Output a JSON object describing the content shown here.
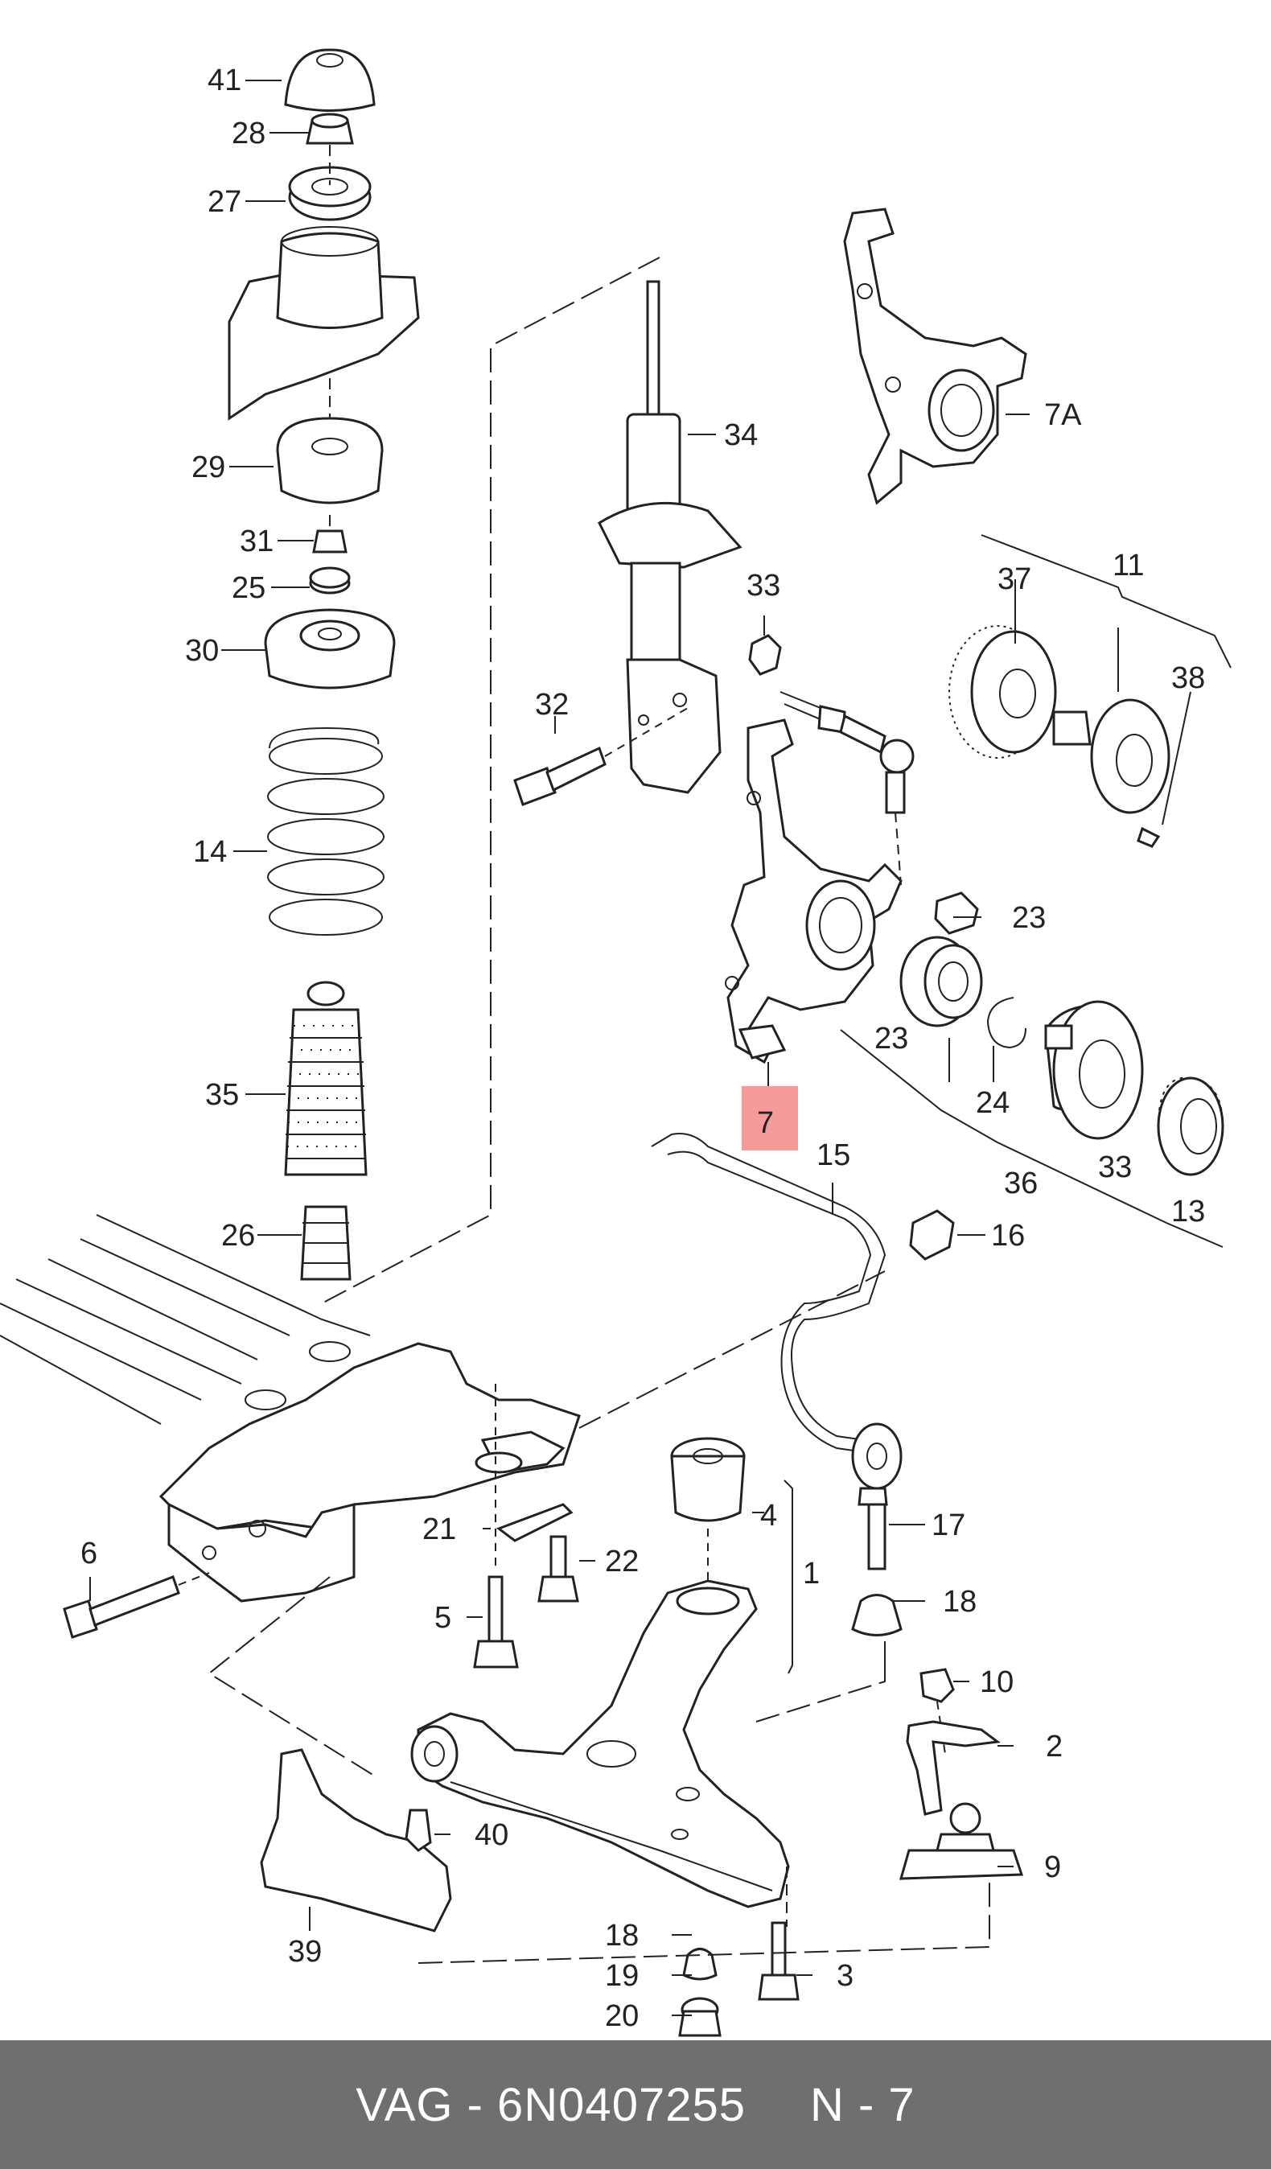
{
  "diagram": {
    "labels": [
      "41",
      "28",
      "27",
      "29",
      "31",
      "25",
      "30",
      "14",
      "35",
      "26",
      "34",
      "33",
      "32",
      "7A",
      "37",
      "11",
      "38",
      "23",
      "23",
      "24",
      "7",
      "15",
      "16",
      "36",
      "33",
      "13",
      "4",
      "1",
      "17",
      "21",
      "22",
      "6",
      "5",
      "18",
      "10",
      "2",
      "40",
      "9",
      "39",
      "18",
      "19",
      "20",
      "3"
    ],
    "highlighted_label": "7",
    "colors": {
      "line": "#222222",
      "highlight": "#f58a8a",
      "footer_bg": "#6f6f6f",
      "footer_text": "#ffffff"
    }
  },
  "footer": {
    "part_number": "VAG - 6N0407255",
    "position": "N - 7"
  }
}
